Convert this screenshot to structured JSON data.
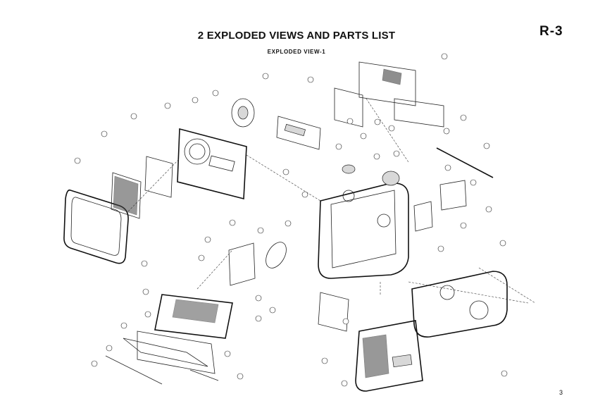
{
  "header": {
    "title": "2 EXPLODED VIEWS AND PARTS LIST",
    "subtitle": "EXPLODED VIEW-1",
    "page_code": "R-3"
  },
  "footer": {
    "page_number": "3"
  }
}
